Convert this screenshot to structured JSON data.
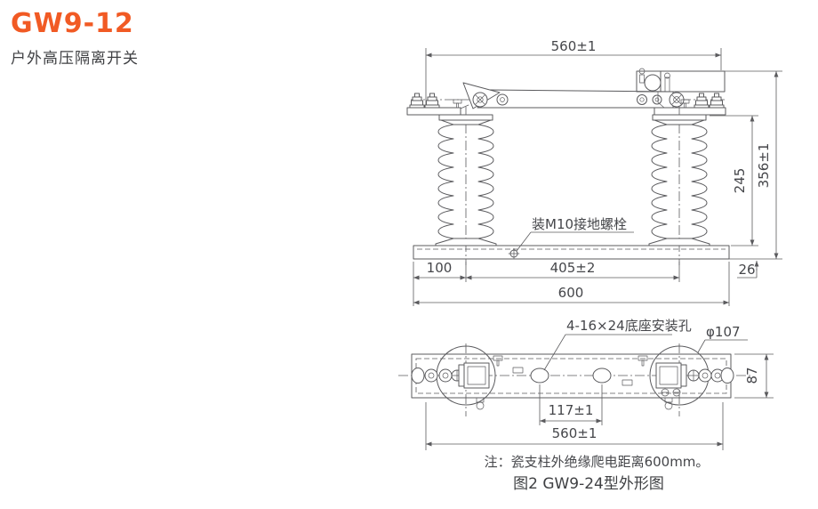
{
  "header": {
    "model": "GW9-12",
    "subtitle": "户外高压隔离开关"
  },
  "front_view": {
    "dim_top_width": "560±1",
    "dim_left_offset": "100",
    "dim_center_span": "405±2",
    "dim_base_width": "600",
    "dim_base_height": "26",
    "dim_insulator_height": "245",
    "dim_total_height": "356±1",
    "ground_bolt_label": "装M10接地螺栓"
  },
  "plan_view": {
    "mounting_holes_label": "4-16×24底座安装孔",
    "flange_diameter_label": "φ107",
    "dim_slot_span": "117±1",
    "dim_overall_span": "560±1",
    "dim_base_depth": "87"
  },
  "footer": {
    "note": "注：瓷支柱外绝缘爬电距离600mm。",
    "caption": "图2 GW9-24型外形图"
  },
  "colors": {
    "accent": "#f15a24",
    "line": "#5b5b5e",
    "dim_text": "#45464a"
  }
}
